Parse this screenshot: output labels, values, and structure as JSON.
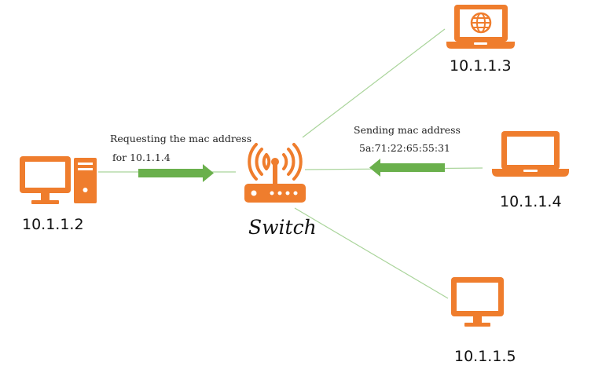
{
  "nodes": {
    "pc_left": {
      "ip": "10.1.1.2",
      "icon": "desktop-tower-icon"
    },
    "switch": {
      "label": "Switch",
      "icon": "wifi-router-icon"
    },
    "laptop_top": {
      "ip": "10.1.1.3",
      "icon": "laptop-globe-icon"
    },
    "laptop_mid": {
      "ip": "10.1.1.4",
      "icon": "laptop-icon"
    },
    "monitor_bottom": {
      "ip": "10.1.1.5",
      "icon": "monitor-icon"
    }
  },
  "messages": {
    "request": {
      "line1": "Requesting the mac address",
      "line2": "for 10.1.1.4"
    },
    "reply": {
      "line1": "Sending mac address",
      "line2": "5a:71:22:65:55:31"
    }
  },
  "colors": {
    "device": "#ef7d2d",
    "link": "#a9d49a",
    "arrow": "#6ab04c"
  }
}
